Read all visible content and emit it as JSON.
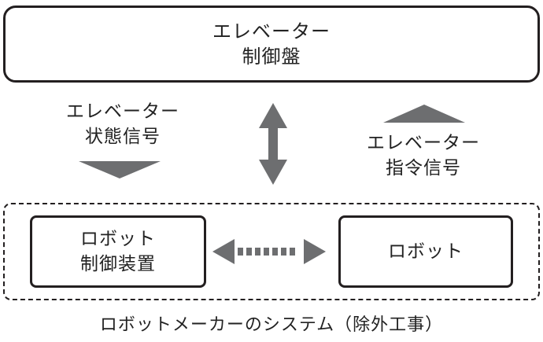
{
  "elevator_panel": {
    "line1": "エレベーター",
    "line2": "制御盤"
  },
  "status_signal": {
    "line1": "エレベーター",
    "line2": "状態信号"
  },
  "command_signal": {
    "line1": "エレベーター",
    "line2": "指令信号"
  },
  "robot_controller": {
    "line1": "ロボット",
    "line2": "制御装置"
  },
  "robot": {
    "label": "ロボット"
  },
  "system_caption": "ロボットメーカーのシステム（除外工事）",
  "colors": {
    "line": "#231f20",
    "arrow_fill": "#6d6e70",
    "text": "#222222"
  }
}
